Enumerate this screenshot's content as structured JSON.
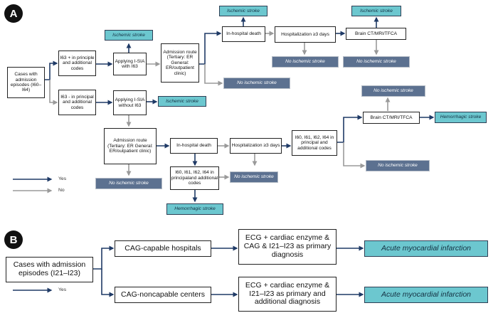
{
  "panel_a": {
    "label": "A",
    "cases": "Cases with admission episodes (I60–I64)",
    "code163_principal": "I63 + in principle and additional codes",
    "code163_non": "I63 - in principal and additional codes",
    "apply_with": "Applying I-SIA with I63",
    "apply_without": "Applying I-SIA without I63",
    "admission_tertiary": "Admission route (Tertiary: ER General: ER/outpatient clinic)",
    "admission_lower": "Admission route (Tertiary: ER General: ER/outpatient clinic)",
    "inhospital_death_top": "In-hospital death",
    "hospitalization_top": "Hospitalization ≥3 days",
    "brain_top": "Brain CT/MRI/TFCA",
    "inhospital_death_mid": "In-hospital death",
    "hospitalization_mid": "Hospitalization ≥3 days",
    "codes_mid": "I60, I61, I62, I64 in principal and additional codes",
    "brain_mid": "Brain CT/MRI/TFCA",
    "codes_low": "I60, I61, I62, I64 in principaland additional codes",
    "ischemic_stroke": "Ischemic stroke",
    "no_ischemic_stroke": "No ischemic stroke",
    "hemorrhagic_stroke": "Hemorrhagic stroke"
  },
  "legend": {
    "yes": "Yes",
    "no": "No",
    "yes_color": "#1f3a66",
    "no_color": "#9a9a9a"
  },
  "panel_b": {
    "label": "B",
    "cases": "Cases with admission episodes (I21–I23)",
    "cag_capable": "CAG-capable hospitals",
    "cag_noncapable": "CAG-noncapable centers",
    "criteria_primary": "ECG + cardiac enzyme & CAG & I21–I23 as primary diagnosis",
    "criteria_additional": "ECG + cardiac enzyme & I21–I23 as primary and additional diagnosis",
    "ami": "Acute myocardial infarction",
    "legend_yes": "Yes"
  },
  "colors": {
    "navy_box": "#5c7190",
    "teal_box": "#6cc7cf",
    "arrow_yes": "#1f3a66",
    "arrow_no": "#9a9a9a"
  }
}
